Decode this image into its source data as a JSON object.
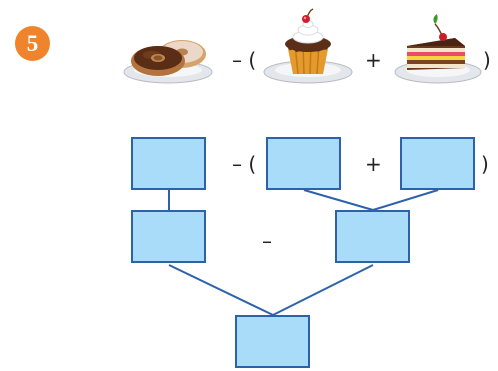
{
  "problem": {
    "number": "5",
    "badge_color": "#f0842c"
  },
  "top_row": {
    "items": [
      {
        "name": "donuts",
        "icon": "donut-plate-icon"
      },
      {
        "name": "cupcake",
        "icon": "cupcake-plate-icon"
      },
      {
        "name": "cake-slice",
        "icon": "cake-slice-plate-icon"
      }
    ],
    "minus_paren": "– (",
    "plus": "+",
    "close_paren": ")"
  },
  "second_row": {
    "minus_paren": "– (",
    "plus": "+",
    "close_paren": ")"
  },
  "third_row": {
    "minus": "–"
  },
  "colors": {
    "box_fill": "#a9dcf8",
    "box_border": "#2d62ab",
    "connector": "#2d62ab"
  }
}
